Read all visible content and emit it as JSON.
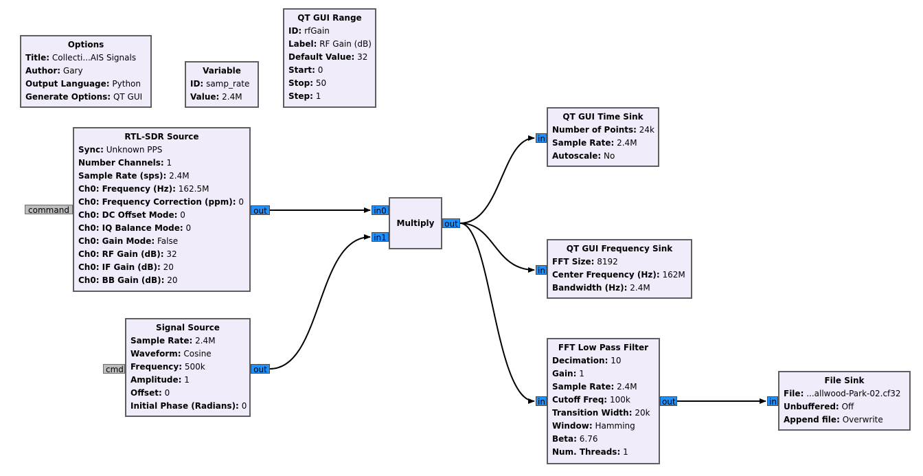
{
  "blocks": {
    "options": {
      "title": "Options",
      "rows": [
        {
          "k": "Title:",
          "v": "Collecti...AIS Signals"
        },
        {
          "k": "Author:",
          "v": "Gary"
        },
        {
          "k": "Output Language:",
          "v": "Python"
        },
        {
          "k": "Generate Options:",
          "v": "QT GUI"
        }
      ]
    },
    "variable": {
      "title": "Variable",
      "rows": [
        {
          "k": "ID:",
          "v": "samp_rate"
        },
        {
          "k": "Value:",
          "v": "2.4M"
        }
      ]
    },
    "range": {
      "title": "QT GUI Range",
      "rows": [
        {
          "k": "ID:",
          "v": "rfGain"
        },
        {
          "k": "Label:",
          "v": "RF Gain (dB)"
        },
        {
          "k": "Default Value:",
          "v": "32"
        },
        {
          "k": "Start:",
          "v": "0"
        },
        {
          "k": "Stop:",
          "v": "50"
        },
        {
          "k": "Step:",
          "v": "1"
        }
      ]
    },
    "rtl": {
      "title": "RTL-SDR Source",
      "rows": [
        {
          "k": "Sync:",
          "v": "Unknown PPS"
        },
        {
          "k": "Number Channels:",
          "v": "1"
        },
        {
          "k": "Sample Rate (sps):",
          "v": "2.4M"
        },
        {
          "k": "Ch0: Frequency (Hz):",
          "v": "162.5M"
        },
        {
          "k": "Ch0: Frequency Correction (ppm):",
          "v": "0"
        },
        {
          "k": "Ch0: DC Offset Mode:",
          "v": "0"
        },
        {
          "k": "Ch0: IQ Balance Mode:",
          "v": "0"
        },
        {
          "k": "Ch0: Gain Mode:",
          "v": "False"
        },
        {
          "k": "Ch0: RF Gain (dB):",
          "v": "32"
        },
        {
          "k": "Ch0: IF Gain (dB):",
          "v": "20"
        },
        {
          "k": "Ch0: BB Gain (dB):",
          "v": "20"
        }
      ]
    },
    "signal": {
      "title": "Signal Source",
      "rows": [
        {
          "k": "Sample Rate:",
          "v": "2.4M"
        },
        {
          "k": "Waveform:",
          "v": "Cosine"
        },
        {
          "k": "Frequency:",
          "v": "500k"
        },
        {
          "k": "Amplitude:",
          "v": "1"
        },
        {
          "k": "Offset:",
          "v": "0"
        },
        {
          "k": "Initial Phase (Radians):",
          "v": "0"
        }
      ]
    },
    "multiply": {
      "title": "Multiply"
    },
    "timesink": {
      "title": "QT GUI Time Sink",
      "rows": [
        {
          "k": "Number of Points:",
          "v": "24k"
        },
        {
          "k": "Sample Rate:",
          "v": "2.4M"
        },
        {
          "k": "Autoscale:",
          "v": "No"
        }
      ]
    },
    "freqsink": {
      "title": "QT GUI Frequency Sink",
      "rows": [
        {
          "k": "FFT Size:",
          "v": "8192"
        },
        {
          "k": "Center Frequency (Hz):",
          "v": "162M"
        },
        {
          "k": "Bandwidth (Hz):",
          "v": "2.4M"
        }
      ]
    },
    "lpf": {
      "title": "FFT Low Pass Filter",
      "rows": [
        {
          "k": "Decimation:",
          "v": "10"
        },
        {
          "k": "Gain:",
          "v": "1"
        },
        {
          "k": "Sample Rate:",
          "v": "2.4M"
        },
        {
          "k": "Cutoff Freq:",
          "v": "100k"
        },
        {
          "k": "Transition Width:",
          "v": "20k"
        },
        {
          "k": "Window:",
          "v": "Hamming"
        },
        {
          "k": "Beta:",
          "v": "6.76"
        },
        {
          "k": "Num. Threads:",
          "v": "1"
        }
      ]
    },
    "filesink": {
      "title": "File Sink",
      "rows": [
        {
          "k": "File:",
          "v": "...allwood-Park-02.cf32"
        },
        {
          "k": "Unbuffered:",
          "v": "Off"
        },
        {
          "k": "Append file:",
          "v": "Overwrite"
        }
      ]
    }
  },
  "ports": {
    "rtl_command": "command",
    "rtl_out": "out",
    "signal_cmd": "cmd",
    "signal_out": "out",
    "mult_in0": "in0",
    "mult_in1": "in1",
    "mult_out": "out",
    "timesink_in": "in",
    "freqsink_in": "in",
    "lpf_in": "in",
    "lpf_out": "out",
    "filesink_in": "in"
  },
  "colors": {
    "block_fill": "#f0ecfa",
    "block_border": "#5e5e5e",
    "stream_port": "#1e90ff",
    "message_port": "#bdbdbd",
    "wire": "#000000"
  }
}
